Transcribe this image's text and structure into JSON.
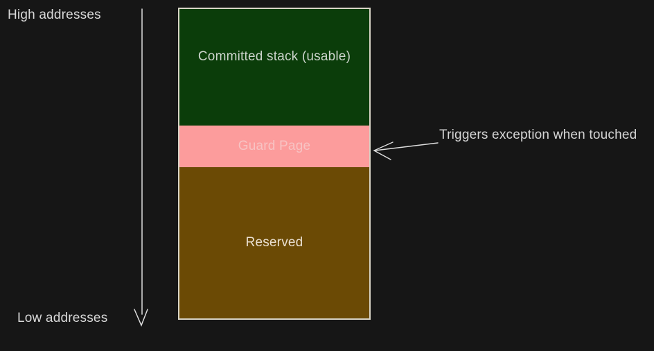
{
  "background_color": "#161616",
  "labels": {
    "high_addresses": "High addresses",
    "low_addresses": "Low addresses"
  },
  "stack": {
    "border_color": "#d8d4c6",
    "segments": [
      {
        "label": "Committed stack (usable)",
        "fill_color": "#0b3d0a",
        "text_color": "#ccd4cc"
      },
      {
        "label": "Guard Page",
        "fill_color": "#fc9c9c",
        "text_color": "#f7c3c3"
      },
      {
        "label": "Reserved",
        "fill_color": "#6b4a05",
        "text_color": "#eae0d1"
      }
    ]
  },
  "annotation": {
    "text": "Triggers exception when touched",
    "text_color": "#d6d6d6"
  },
  "arrows": {
    "color": "#dedede",
    "direction_arrow": "down-arrow",
    "annotation_arrow": "left-arrow"
  }
}
